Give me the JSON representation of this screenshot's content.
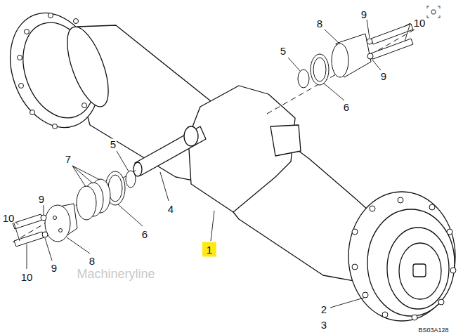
{
  "diagram": {
    "labels": [
      "9",
      "10",
      "8",
      "9",
      "5",
      "6",
      "5",
      "7",
      "4",
      "6",
      "9",
      "10",
      "8",
      "9",
      "10",
      "1",
      "2",
      "3",
      "Machineryline",
      "BS03A128"
    ]
  }
}
